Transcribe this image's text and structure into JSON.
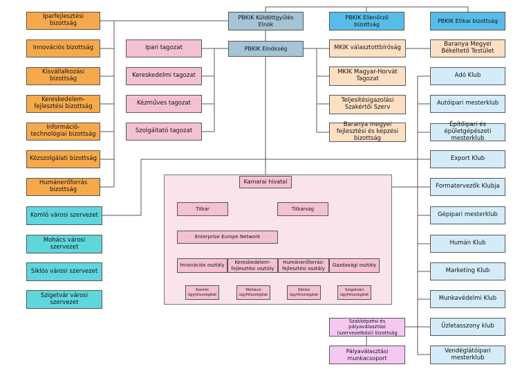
{
  "top": {
    "kuldottgyules": "PBKIK Küldöttgyűlés Elnök",
    "ellenorzo": "PBKIK Ellenőrző bizottság",
    "etikai": "PBKIK Etikai bizottság",
    "elnokseg": "PBKIK Elnökség"
  },
  "committees_left": [
    "Iparfejlesztési bizottság",
    "Innovációs bizottság",
    "Kisvállalkozási bizottság",
    "Kereskedelem-fejlesztési bizottság",
    "Információ-technológiai bizottság",
    "Közszolgálati bizottság",
    "Humánerőforrás bizottság"
  ],
  "city_orgs": [
    "Komló városi szervezet",
    "Mohács városi szervezet",
    "Siklós városi szervezet",
    "Szigetvár városi szervezet"
  ],
  "sections": [
    "Ipari tagozat",
    "Kereskedelmi tagozat",
    "Kézműves tagozat",
    "Szolgáltató tagozat"
  ],
  "arbitration": {
    "court": "MKIK választottbíróság",
    "board": "Baranya Megyei Békéltető Testület"
  },
  "right_mid": [
    "MKIK Magyar-Horvát Tagozat",
    "Teljesítésigazolási Szakértői Szerv",
    "Baranya megyei fejlesztési és képzési bizottság"
  ],
  "clubs": [
    "Adó Klub",
    "Autóipari mesterklub",
    "Építőipari és épületgépészeti mesterklub",
    "Export Klub",
    "Formatervezők Klubja",
    "Gépipari mesterklub",
    "Humán Klub",
    "Marketing Klub",
    "Munkavédelmi Klub",
    "Üzletasszony klub",
    "Vendéglátóipari mesterklub"
  ],
  "vocational": {
    "committee": "Szakképzési és pályaválasztási (szervezetközi) bizottság",
    "workgroup": "Pályaválasztási munkacsoport"
  },
  "office": {
    "title": "Kamarai hivatal",
    "titkar": "Titkár",
    "titkarsag": "Titkárság",
    "een": "Enterprise Europe Network",
    "departments": [
      "Innovációs osztály",
      "Kereskedelem-fejlesztési osztály",
      "Humánerőforrás-fejlesztési osztály",
      "Gazdasági osztály"
    ],
    "service_offices": [
      {
        "city": "Komlói",
        "label": "ügyfélszolgálat"
      },
      {
        "city": "Mohácsi",
        "label": "ügyfélszolgálat"
      },
      {
        "city": "Siklósi",
        "label": "ügyfélszolgálat"
      },
      {
        "city": "Szigetvári",
        "label": "ügyfélszolgálat"
      }
    ]
  },
  "colors": {
    "committee": "#f6a94b",
    "section": "#f4c1d2",
    "arbitration": "#fde0c4",
    "club": "#d4ecf7",
    "city": "#5fd6dc",
    "leadership": "#a5c4d5",
    "supervisory": "#57bde8",
    "vocational": "#f4c8f3",
    "office": "#f8e4ea"
  }
}
